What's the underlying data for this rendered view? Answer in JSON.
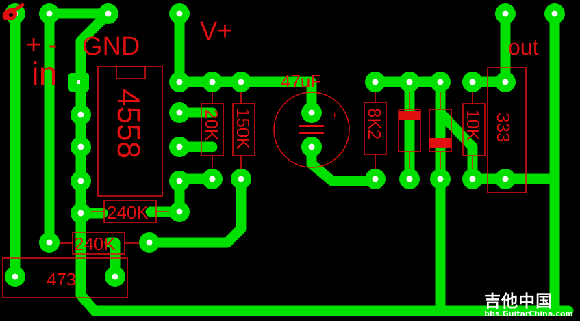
{
  "labels": {
    "power_polarity": "+ -",
    "ground": "GND",
    "input": "in",
    "supply": "V+",
    "output": "out",
    "ic": "4558",
    "capacitor": "47uF",
    "cap_plus": "+",
    "r1": "20K",
    "r2": "150K",
    "r3": "8K2",
    "r4": "10K",
    "r5": "240K",
    "r6": "240K",
    "pot_out": "333",
    "pot_in": "473"
  },
  "watermark": {
    "site_name": "吉他中国",
    "site_url": "bbs.GuitarChina.com"
  },
  "colors": {
    "background": "#000000",
    "copper": "#00e000",
    "silkscreen": "#e01010",
    "pad_hole": "#ffffff"
  }
}
